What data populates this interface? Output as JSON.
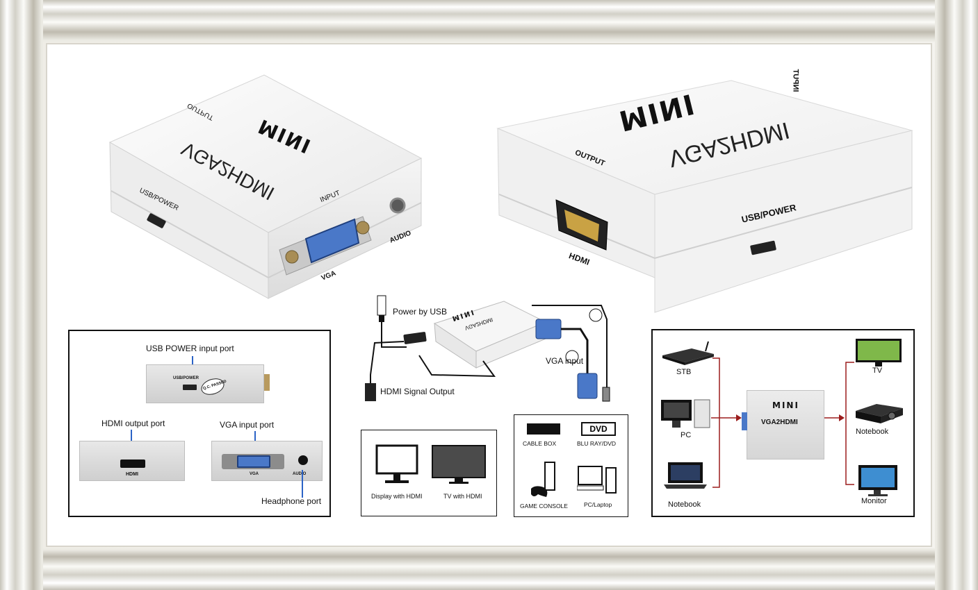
{
  "device_left": {
    "brand": "MINI",
    "model": "VGA2HDMI",
    "labels": {
      "output": "OUTPUT",
      "usb_power": "USB/POWER",
      "input": "INPUT",
      "audio": "AUDIO",
      "vga": "VGA"
    }
  },
  "device_right": {
    "brand": "MINI",
    "model": "VGA2HDMI",
    "labels": {
      "input": "INPUT",
      "output": "OUTPUT",
      "usb_power": "USB/POWER",
      "hdmi": "HDMI"
    }
  },
  "ports_panel": {
    "usb_power_port": "USB POWER input port",
    "usb_small": "USB/POWER",
    "qc_badge": "Q.C. PASSED",
    "hdmi_output_port": "HDMI  output port",
    "hdmi_small": "HDMI",
    "vga_input_port": "VGA input port",
    "vga_small": "VGA",
    "audio_small": "AUDIO",
    "headphone_port": "Headphone port"
  },
  "connection_diagram": {
    "power_by_usb": "Power by USB",
    "vga_input": "VGA input",
    "hdmi_signal_output": "HDMI Signal Output",
    "brand": "MINI",
    "model": "VGA2HDMI"
  },
  "displays_panel": {
    "display_with_hdmi": "Display with HDMI",
    "tv_with_hdmi": "TV with HDMI"
  },
  "sources_panel": {
    "cable_box": "CABLE BOX",
    "dvd_badge": "DVD",
    "blu_ray_dvd": "BLU RAY/DVD",
    "game_console": "GAME CONSOLE",
    "pc_laptop": "PC/Laptop"
  },
  "flow_panel": {
    "stb": "STB",
    "pc": "PC",
    "notebook_left": "Notebook",
    "brand": "MINI",
    "model": "VGA2HDMI",
    "tv": "TV",
    "notebook_right": "Notebook",
    "monitor": "Monitor"
  },
  "colors": {
    "device_white": "#f4f4f4",
    "vga_blue": "#4a78c8",
    "hdmi_gold": "#c9a244",
    "frame_silver": "#d2d0c7",
    "arrow_red": "#9b1c1c",
    "panel_border": "#111111"
  }
}
